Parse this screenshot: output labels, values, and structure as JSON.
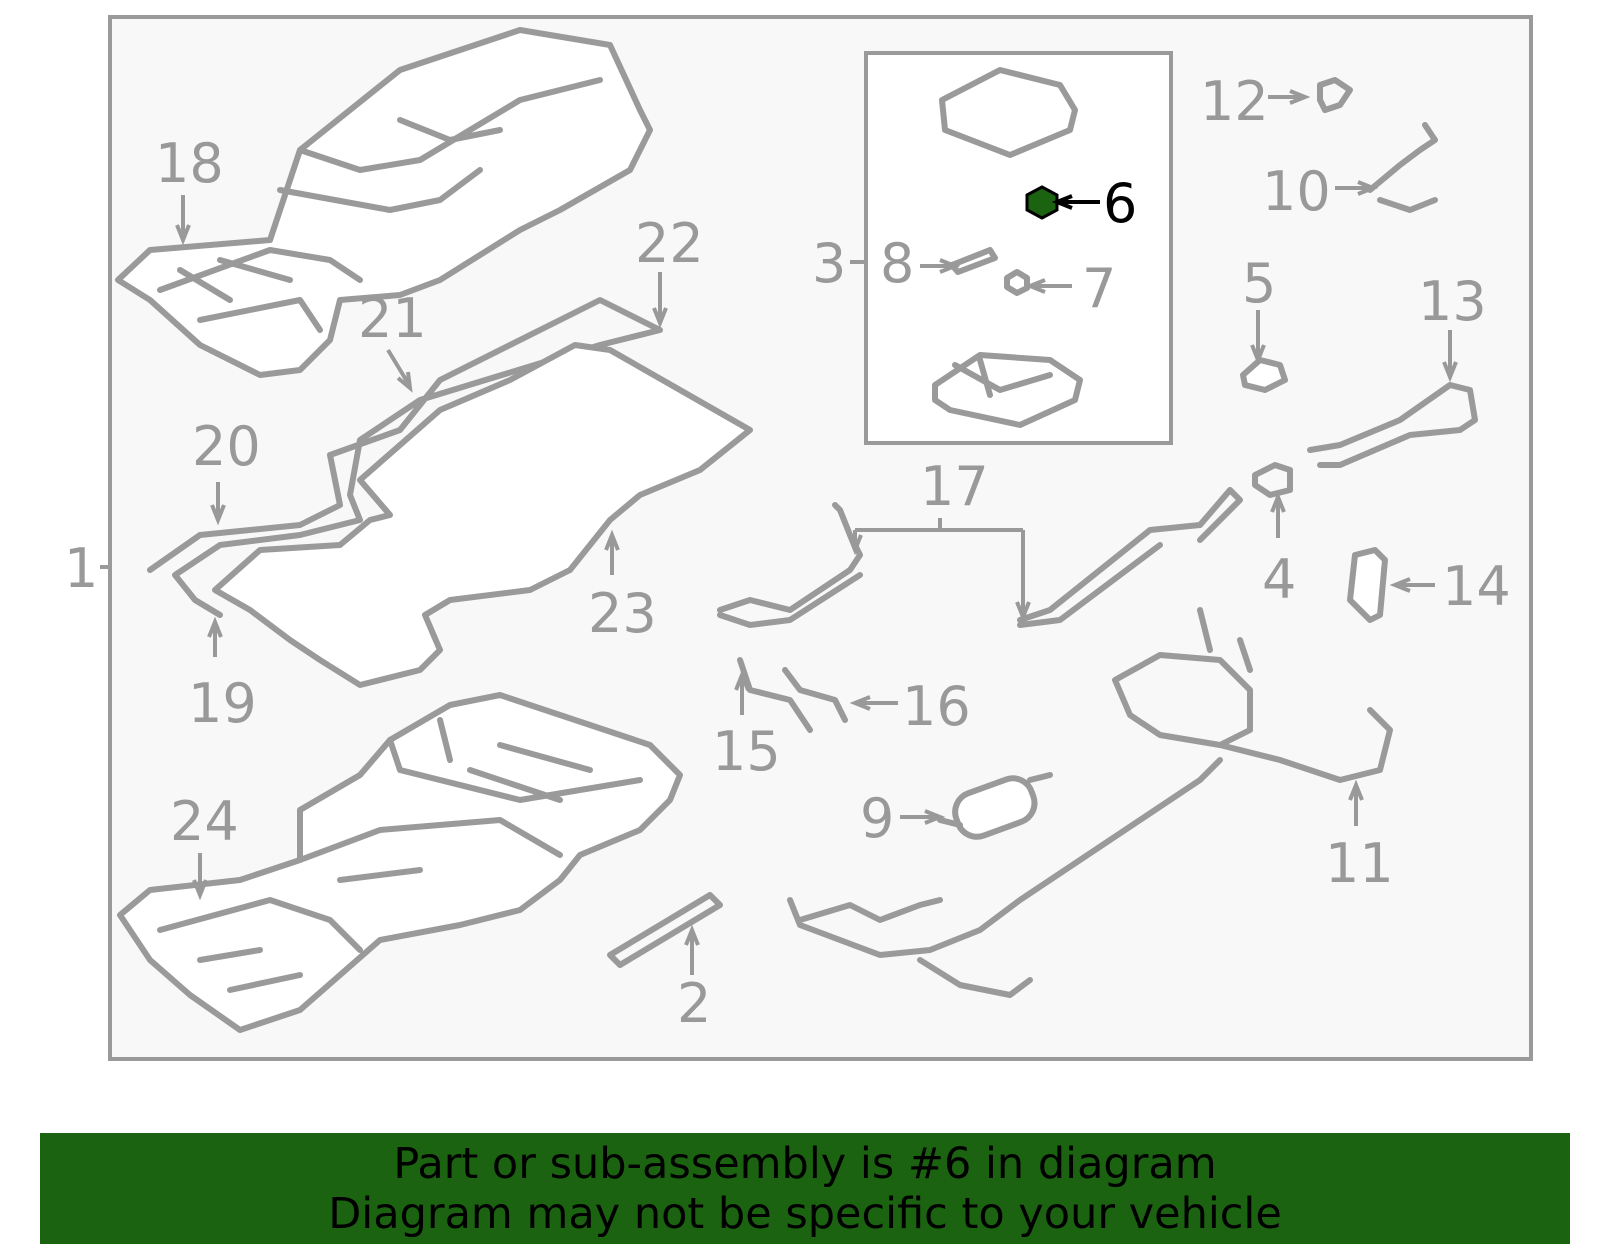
{
  "callouts": {
    "c1": "1",
    "c2": "2",
    "c3": "3",
    "c4": "4",
    "c5": "5",
    "c6": "6",
    "c7": "7",
    "c8": "8",
    "c9": "9",
    "c10": "10",
    "c11": "11",
    "c12": "12",
    "c13": "13",
    "c14": "14",
    "c15": "15",
    "c16": "16",
    "c17": "17",
    "c18": "18",
    "c19": "19",
    "c20": "20",
    "c21": "21",
    "c22": "22",
    "c23": "23",
    "c24": "24"
  },
  "highlight": {
    "callout": "6",
    "color": "#1b6310"
  },
  "colors": {
    "line": "#999999",
    "frame_fill": "#f8f8f8",
    "banner": "#1b6310",
    "text": "#000000"
  },
  "banner": {
    "line1": "Part or sub-assembly is #6 in diagram",
    "line2": "Diagram may not be specific to your vehicle"
  }
}
